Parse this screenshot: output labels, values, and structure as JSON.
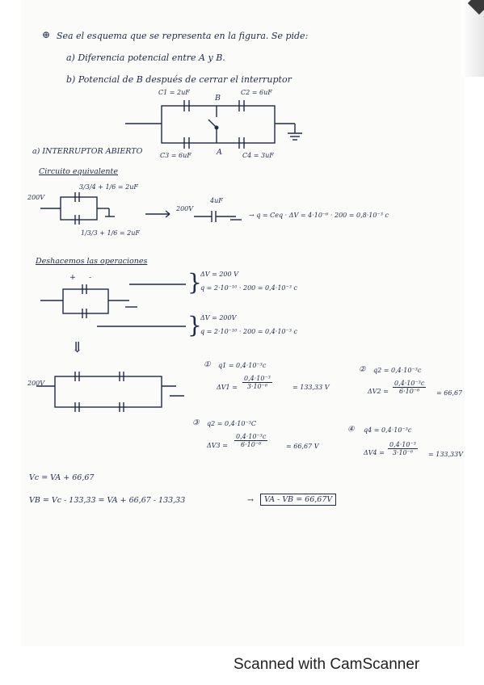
{
  "problem": {
    "intro": "Sea el esquema que se representa en la figura. Se pide:",
    "part_a": "a) Diferencia potencial entre A y B.",
    "part_b": "b) Potencial de B después de cerrar el interruptor"
  },
  "circuit_main": {
    "c1": "C1 = 2uF",
    "c2": "C2 = 6uF",
    "c3": "C3 = 6uF",
    "c4": "C4 = 3uF",
    "node_b": "B",
    "node_a": "A"
  },
  "section_a": {
    "title": "a) INTERRUPTOR ABIERTO",
    "subtitle": "Circuito equivalente",
    "top_eq": "3/3/4 + 1/6 = 2uF",
    "bottom_eq": "1/3/3 + 1/6 = 2uF",
    "v_left": "200V",
    "v_mid": "200V",
    "cap_equiv": "4uF",
    "charge_eq": "q = Ceq · ΔV = 4·10⁻⁶ · 200 = 0,8·10⁻³ c"
  },
  "undo": {
    "title": "Deshacemos las operaciones",
    "plus": "+",
    "minus": "-",
    "line1a": "ΔV = 200 V",
    "line1b": "q = 2·10⁻¹⁰ · 200 = 0,4·10⁻³ c",
    "line2a": "ΔV = 200V",
    "line2b": "q = 2·10⁻¹⁰ · 200 = 0,4·10⁻³ c",
    "arrow_down": "⇓"
  },
  "caps": {
    "v_label": "200V",
    "c1": {
      "n": "①",
      "q": "q1 = 0,4·10⁻³c",
      "dv": "ΔV1 =",
      "num": "0,4·10⁻³",
      "den": "3·10⁻⁶",
      "res": "= 133,33 V"
    },
    "c2": {
      "n": "②",
      "q": "q2 = 0,4·10⁻³c",
      "dv": "ΔV2 =",
      "num": "0,4·10⁻³c",
      "den": "6·10⁻⁶",
      "res": "= 66,67"
    },
    "c3": {
      "n": "③",
      "q": "q2 = 0,4·10⁻³C",
      "dv": "ΔV3 =",
      "num": "0,4·10⁻³c",
      "den": "6·10⁻⁶",
      "res": "= 66,67 V"
    },
    "c4": {
      "n": "④",
      "q": "q4 = 0,4·10⁻³c",
      "dv": "ΔV4 =",
      "num": "0,4·10⁻³",
      "den": "3·10⁻⁶",
      "res": "= 133,33V"
    }
  },
  "final": {
    "vc": "Vc = VA + 66,67",
    "vb": "VB = Vc - 133,33 = VA + 66,67 - 133,33",
    "arrow": "→",
    "answer": "VA - VB = 66,67V"
  },
  "footer": "Scanned with CamScanner"
}
